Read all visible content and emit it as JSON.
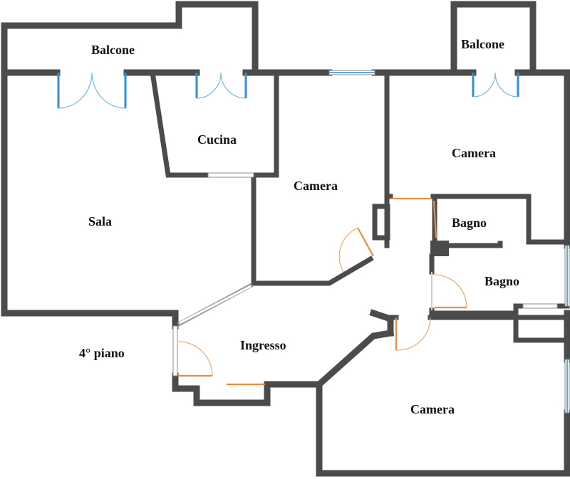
{
  "plan": {
    "labels": {
      "balcone_left": "Balcone",
      "balcone_right": "Balcone",
      "cucina": "Cucina",
      "camera_top_middle": "Camera",
      "camera_top_right": "Camera",
      "sala": "Sala",
      "bagno_upper": "Bagno",
      "bagno_lower": "Bagno",
      "ingresso": "Ingresso",
      "floor": "4° piano",
      "camera_bottom": "Camera"
    },
    "colors": {
      "wall": "#4b4b4b",
      "window_door": "#2f8fd8",
      "interior_door": "#f08a3c",
      "background": "#ffffff"
    }
  }
}
